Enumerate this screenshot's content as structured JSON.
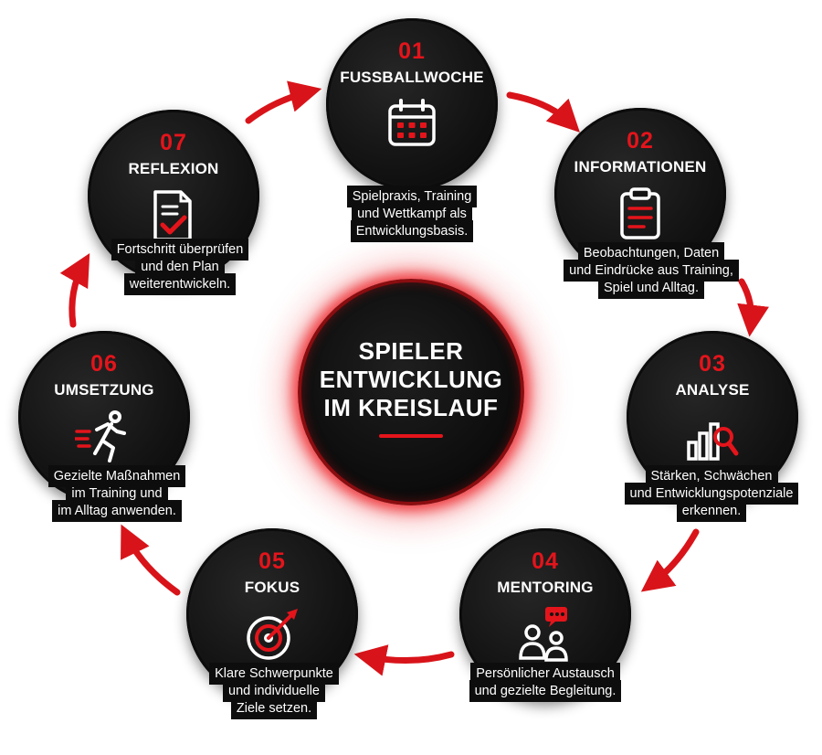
{
  "center": {
    "title_line1": "SPIELER",
    "title_line2": "ENTWICKLUNG",
    "title_line3": "IM KREISLAUF"
  },
  "colors": {
    "accent": "#e4141b",
    "circle": "#141414",
    "text": "#ffffff"
  },
  "steps": [
    {
      "number": "01",
      "title": "FUSSBALLWOCHE",
      "icon": "calendar-icon",
      "desc": [
        "Spielpraxis, Training",
        "und Wettkampf als",
        "Entwicklungsbasis."
      ]
    },
    {
      "number": "02",
      "title": "INFORMATIONEN",
      "icon": "clipboard-icon",
      "desc": [
        "Beobachtungen, Daten",
        "und Eindrücke aus Training,",
        "Spiel und Alltag."
      ]
    },
    {
      "number": "03",
      "title": "ANALYSE",
      "icon": "chart-magnifier-icon",
      "desc": [
        "Stärken, Schwächen",
        "und Entwicklungspotenziale",
        "erkennen."
      ]
    },
    {
      "number": "04",
      "title": "MENTORING",
      "icon": "people-chat-icon",
      "desc": [
        "Persönlicher Austausch",
        "und gezielte Begleitung."
      ]
    },
    {
      "number": "05",
      "title": "FOKUS",
      "icon": "target-icon",
      "desc": [
        "Klare Schwerpunkte",
        "und individuelle",
        "Ziele setzen."
      ]
    },
    {
      "number": "06",
      "title": "UMSETZUNG",
      "icon": "runner-icon",
      "desc": [
        "Gezielte Maßnahmen",
        "im Training und",
        "im Alltag anwenden."
      ]
    },
    {
      "number": "07",
      "title": "REFLEXION",
      "icon": "document-check-icon",
      "desc": [
        "Fortschritt überprüfen",
        "und den Plan",
        "weiterentwickeln."
      ]
    }
  ]
}
